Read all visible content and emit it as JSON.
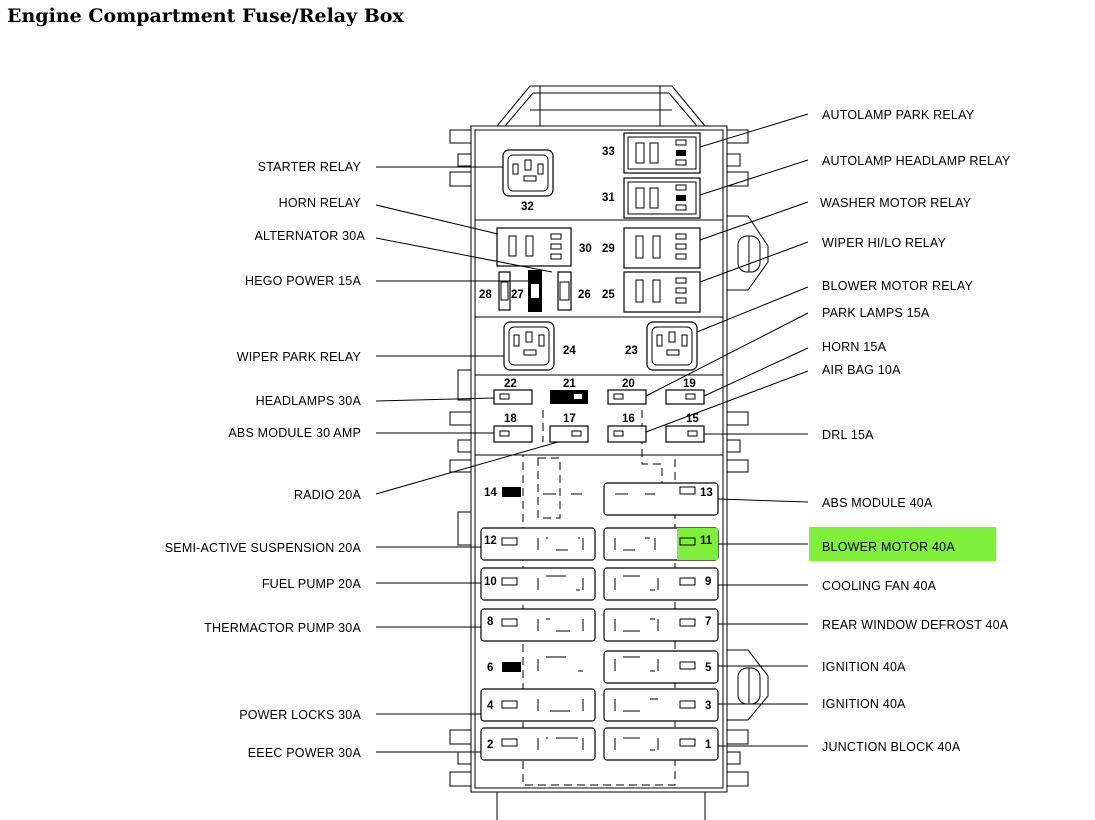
{
  "title": "Engine Compartment Fuse/Relay Box",
  "accent_color": "#7ff03a",
  "left_labels": [
    "STARTER RELAY",
    "HORN RELAY",
    "ALTERNATOR 30A",
    "HEGO POWER 15A",
    "WIPER PARK RELAY",
    "HEADLAMPS 30A",
    "ABS MODULE 30 AMP",
    "RADIO 20A",
    "SEMI-ACTIVE SUSPENSION 20A",
    "FUEL PUMP 20A",
    "THERMACTOR PUMP 30A",
    "POWER LOCKS 30A",
    "EEEC POWER 30A"
  ],
  "right_labels": [
    "AUTOLAMP PARK RELAY",
    "AUTOLAMP HEADLAMP RELAY",
    "WASHER MOTOR RELAY",
    "WIPER HI/LO RELAY",
    "BLOWER MOTOR RELAY",
    "PARK LAMPS 15A",
    "HORN 15A",
    "AIR BAG 10A",
    "DRL 15A",
    "ABS MODULE 40A",
    "BLOWER MOTOR 40A",
    "COOLING FAN 40A",
    "REAR WINDOW DEFROST 40A",
    "IGNITION 40A",
    "IGNITION 40A",
    "JUNCTION BLOCK 40A"
  ],
  "slot_numbers": [
    "1",
    "2",
    "3",
    "4",
    "5",
    "6",
    "7",
    "8",
    "9",
    "10",
    "11",
    "12",
    "13",
    "14",
    "15",
    "16",
    "17",
    "18",
    "19",
    "20",
    "21",
    "22",
    "23",
    "24",
    "25",
    "26",
    "27",
    "28",
    "29",
    "30",
    "31",
    "32",
    "33"
  ]
}
